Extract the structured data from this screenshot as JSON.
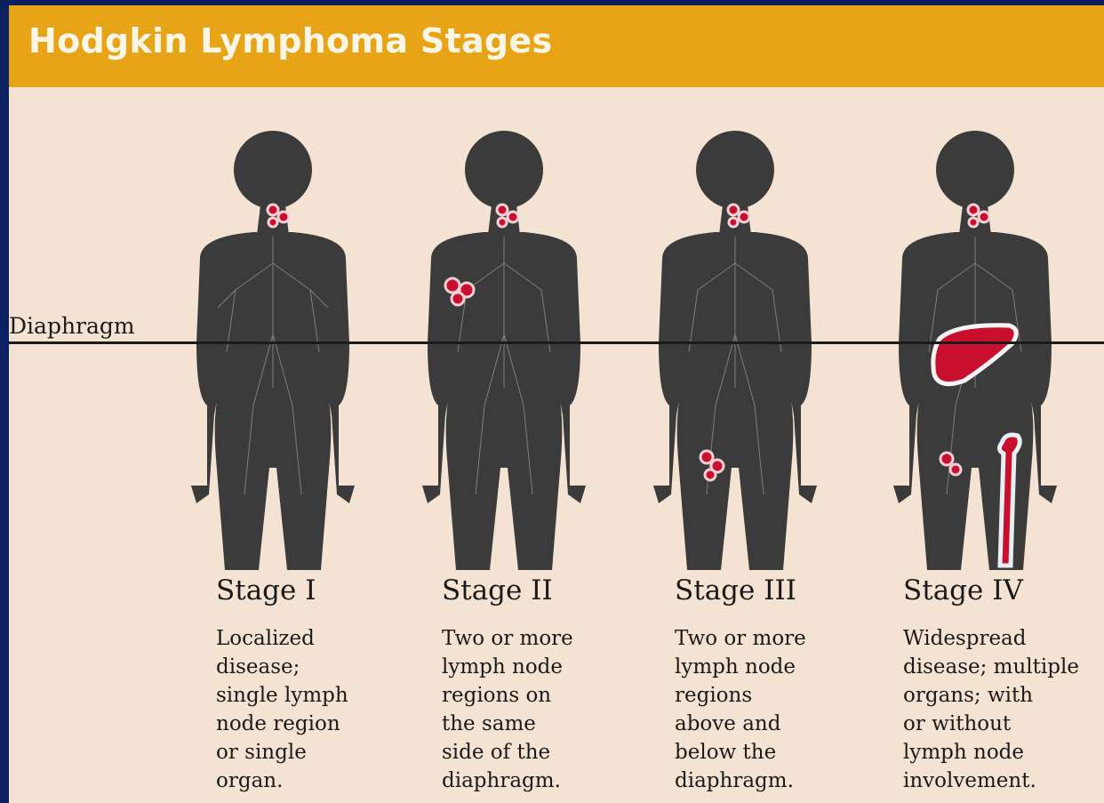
{
  "header": {
    "title": "Hodgkin Lymphoma Stages"
  },
  "diaphragm": {
    "label": "Diaphragm"
  },
  "stages": [
    {
      "name": "Stage I",
      "description": "Localized\ndisease;\nsingle lymph\nnode region\nor single\norgan."
    },
    {
      "name": "Stage II",
      "description": "Two or more\nlymph node\nregions on\nthe same\nside of the\ndiaphragm."
    },
    {
      "name": "Stage III",
      "description": "Two or more\nlymph node\nregions\nabove and\nbelow the\ndiaphragm."
    },
    {
      "name": "Stage IV",
      "description": "Widespread\ndisease; multiple\norgans; with\nor without\nlymph node\ninvolvement."
    }
  ],
  "colors": {
    "title_bar": "#e7a416",
    "body_silhouette": "#3b3b3b",
    "tumor": "#c8102e",
    "background": "#f4e3d2",
    "frame": "#0c1f5e"
  }
}
